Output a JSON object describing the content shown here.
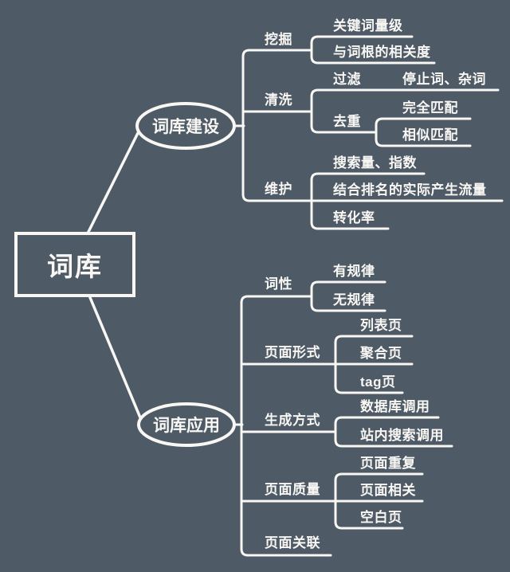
{
  "colors": {
    "background": "#4e5a66",
    "line": "#f8f7f4",
    "text": "#f8f7f4"
  },
  "mindmap": {
    "root_label": "词库",
    "construction": {
      "label": "词库建设",
      "mining": {
        "label": "挖掘",
        "items": [
          "关键词量级",
          "与词根的相关度"
        ]
      },
      "cleaning": {
        "label": "清洗",
        "filter": {
          "label": "过滤",
          "items": [
            "停止词、杂词"
          ]
        },
        "dedup": {
          "label": "去重",
          "items": [
            "完全匹配",
            "相似匹配"
          ]
        }
      },
      "maintenance": {
        "label": "维护",
        "items": [
          "搜索量、指数",
          "结合排名的实际产生流量",
          "转化率"
        ]
      }
    },
    "application": {
      "label": "词库应用",
      "word_pattern": {
        "label": "词性",
        "items": [
          "有规律",
          "无规律"
        ]
      },
      "page_format": {
        "label": "页面形式",
        "items": [
          "列表页",
          "聚合页",
          "tag页"
        ]
      },
      "generation": {
        "label": "生成方式",
        "items": [
          "数据库调用",
          "站内搜索调用"
        ]
      },
      "page_quality": {
        "label": "页面质量",
        "items": [
          "页面重复",
          "页面相关",
          "空白页"
        ]
      },
      "page_relation": {
        "label": "页面关联"
      }
    }
  }
}
